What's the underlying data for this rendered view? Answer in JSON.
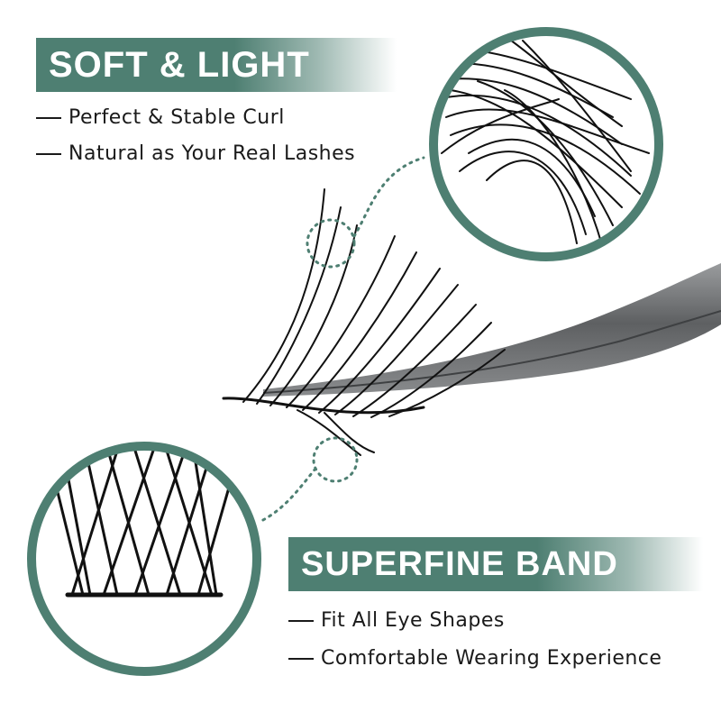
{
  "top_banner": {
    "title": "SOFT & LIGHT"
  },
  "top_features": [
    "Perfect & Stable Curl",
    "Natural as Your Real Lashes"
  ],
  "bottom_banner": {
    "title": "SUPERFINE BAND"
  },
  "bottom_features": [
    "Fit All Eye Shapes",
    "Comfortable Wearing Experience"
  ],
  "colors": {
    "accent": "#4e7f72",
    "text": "#1a1a1a",
    "lash": "#111111",
    "tweezer": "#6f7173"
  },
  "icons": [
    "lash-cluster-illustration",
    "tweezer-illustration",
    "zoom-circle-lash-tips",
    "zoom-circle-lash-band"
  ]
}
